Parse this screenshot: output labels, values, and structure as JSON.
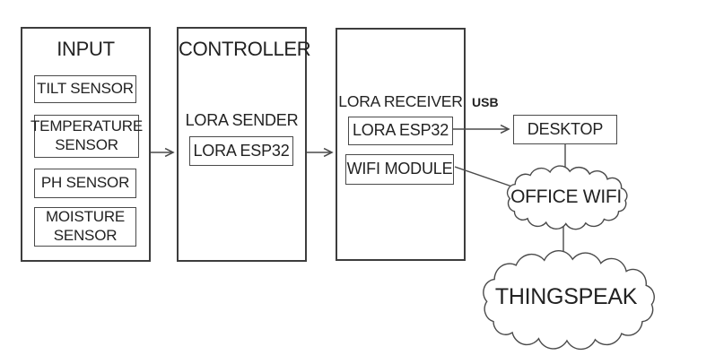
{
  "diagram": {
    "input": {
      "title": "INPUT",
      "sensors": [
        "TILT SENSOR",
        "TEMPERATURE SENSOR",
        "PH SENSOR",
        "MOISTURE SENSOR"
      ]
    },
    "controller": {
      "title": "CONTROLLER",
      "sender_label": "LORA SENDER",
      "chip": "LORA ESP32"
    },
    "receiver": {
      "label": "LORA RECEIVER",
      "chip": "LORA ESP32",
      "wifi_module": "WIFI MODULE"
    },
    "desktop_label": "DESKTOP",
    "usb_label": "USB",
    "office_wifi_label": "OFFICE WIFI",
    "thingspeak_label": "THINGSPEAK",
    "colors": {
      "line": "#4a4a4a",
      "border": "#3d3d3d",
      "text": "#222222",
      "background": "#ffffff"
    }
  }
}
